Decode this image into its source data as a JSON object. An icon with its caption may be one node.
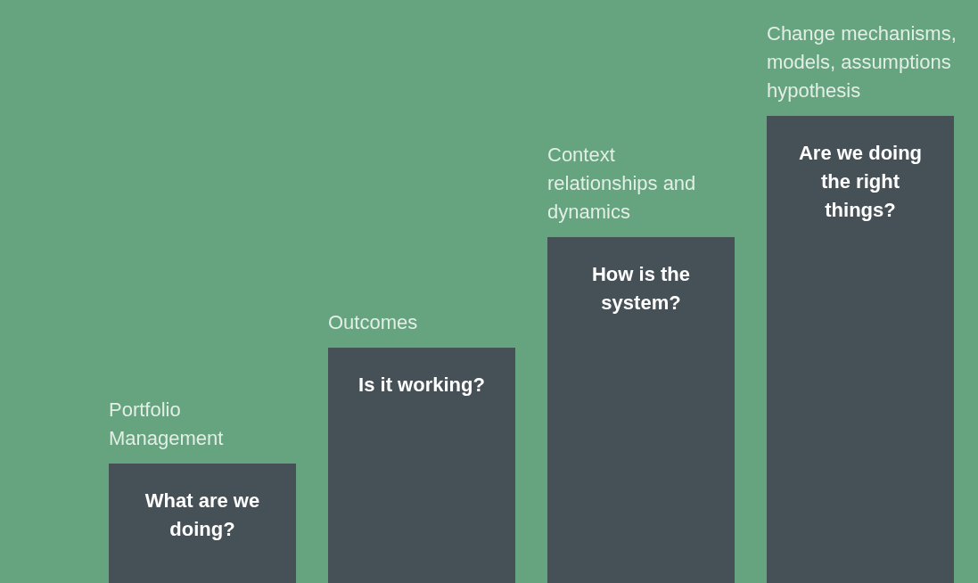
{
  "diagram": {
    "nodes": [
      {
        "text": [
          "Portfolio Management",
          "What are we doing?"
        ]
      },
      {
        "text": [
          "Outcomes",
          "Is it working?"
        ]
      },
      {
        "text": [
          "Context relationships and dynamics",
          "How is the system?"
        ]
      },
      {
        "text": [
          "Change mechanisms, models, assumptions hypothesis",
          "Are we doing the right things?"
        ]
      }
    ]
  }
}
